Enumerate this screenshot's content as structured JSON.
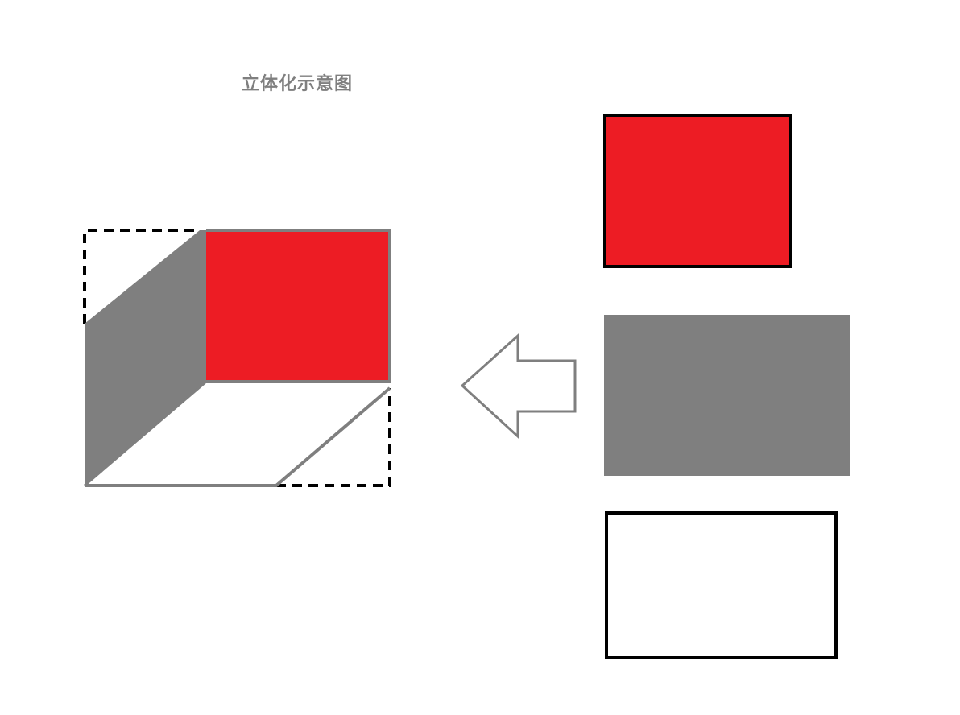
{
  "title": "立体化示意图",
  "colors": {
    "red": "#ed1c24",
    "gray": "#7f7f7f",
    "black": "#000000",
    "white": "#ffffff",
    "title": "#7f7f7f"
  },
  "diagram": {
    "composite": {
      "front_face": "red",
      "side_face": "gray",
      "bottom_face": "white",
      "hidden_edges": "dashed"
    },
    "arrow": {
      "direction": "left",
      "style": "outline"
    },
    "source_panels": [
      {
        "name": "red-rectangle",
        "fill": "red",
        "border": "black"
      },
      {
        "name": "gray-rectangle",
        "fill": "gray",
        "border": "none"
      },
      {
        "name": "white-rectangle",
        "fill": "white",
        "border": "black"
      }
    ]
  }
}
